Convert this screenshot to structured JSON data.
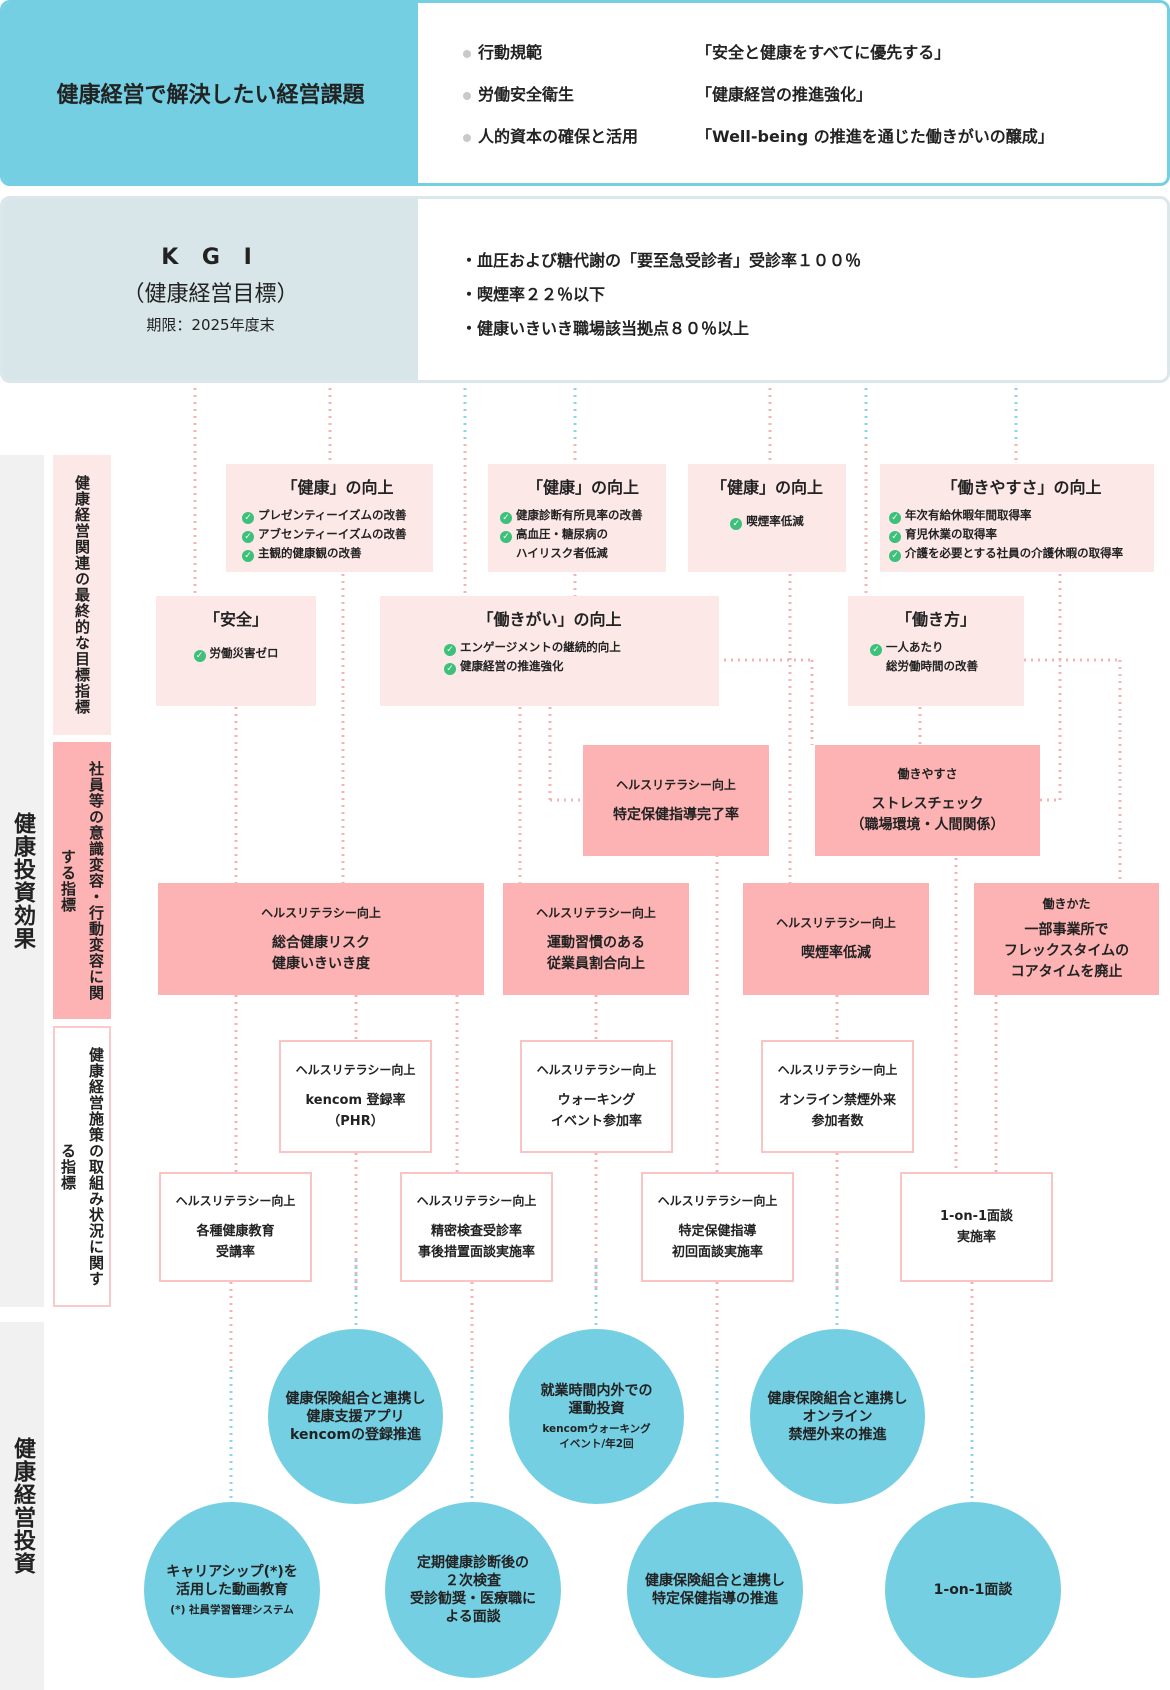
{
  "top": {
    "title": "健康経営で解決したい経営課題",
    "rows": [
      {
        "label": "行動規範",
        "value": "「安全と健康をすべてに優先する」"
      },
      {
        "label": "労働安全衛生",
        "value": "「健康経営の推進強化」"
      },
      {
        "label": "人的資本の確保と活用",
        "value": "「Well-being の推進を通じた働きがいの醸成」"
      }
    ]
  },
  "kgi": {
    "title": "K G I",
    "subtitle": "（健康経営目標）",
    "deadline": "期限：2025年度末",
    "items": [
      "・血圧および糖代謝の「要至急受診者」受診率１００％",
      "・喫煙率２２％以下",
      "・健康いきいき職場該当拠点８０％以上"
    ]
  },
  "labels": {
    "effect": "健康投資効果",
    "investment": "健康経営投資",
    "goals": "健康経営関連の最終的な目標指標",
    "behavior": "社員等の意識変容・行動変容に関する指標",
    "initiatives": "健康経営施策の取組み状況に関する指標"
  },
  "goals_row1": [
    {
      "title": "「健康」の向上",
      "items": [
        "プレゼンティーイズムの改善",
        "アブセンティーイズムの改善",
        "主観的健康観の改善"
      ]
    },
    {
      "title": "「健康」の向上",
      "items": [
        "健康診断有所見率の改善",
        "高血圧・糖尿病の",
        "ハイリスク者低減"
      ]
    },
    {
      "title": "「健康」の向上",
      "items": [
        "喫煙率低減"
      ]
    },
    {
      "title": "「働きやすさ」の向上",
      "items": [
        "年次有給休暇年間取得率",
        "育児休業の取得率",
        "介護を必要とする社員の介護休暇の取得率"
      ]
    }
  ],
  "goals_row2": [
    {
      "title": "「安全」",
      "items": [
        "労働災害ゼロ"
      ]
    },
    {
      "title": "「働きがい」の向上",
      "items": [
        "エンゲージメントの継続的向上",
        "健康経営の推進強化"
      ]
    },
    {
      "title": "「働き方」",
      "items": [
        "一人あたり",
        "総労働時間の改善"
      ]
    }
  ],
  "behavior_upper": [
    {
      "tag": "ヘルスリテラシー向上",
      "text": "特定保健指導完了率"
    },
    {
      "tag": "働きやすさ",
      "text": "ストレスチェック\n（職場環境・人間関係）"
    }
  ],
  "behavior_lower": [
    {
      "tag": "ヘルスリテラシー向上",
      "text": "総合健康リスク\n健康いきいき度"
    },
    {
      "tag": "ヘルスリテラシー向上",
      "text": "運動習慣のある\n従業員割合向上"
    },
    {
      "tag": "ヘルスリテラシー向上",
      "text": "喫煙率低減"
    },
    {
      "tag": "働きかた",
      "text": "一部事業所で\nフレックスタイムの\nコアタイムを廃止"
    }
  ],
  "initiatives_upper": [
    {
      "tag": "ヘルスリテラシー向上",
      "text": "kencom 登録率\n（PHR）"
    },
    {
      "tag": "ヘルスリテラシー向上",
      "text": "ウォーキング\nイベント参加率"
    },
    {
      "tag": "ヘルスリテラシー向上",
      "text": "オンライン禁煙外来\n参加者数"
    }
  ],
  "initiatives_lower": [
    {
      "tag": "ヘルスリテラシー向上",
      "text": "各種健康教育\n受講率"
    },
    {
      "tag": "ヘルスリテラシー向上",
      "text": "精密検査受診率\n事後措置面談実施率"
    },
    {
      "tag": "ヘルスリテラシー向上",
      "text": "特定保健指導\n初回面談実施率"
    },
    {
      "tag": "",
      "text": "1-on-1面談\n実施率"
    }
  ],
  "investments_upper": [
    {
      "text": "健康保険組合と連携し\n健康支援アプリ\nkencomの登録推進",
      "small": ""
    },
    {
      "text": "就業時間内外での\n運動投資",
      "small": "kencomウォーキング\nイベント/年2回"
    },
    {
      "text": "健康保険組合と連携し\nオンライン\n禁煙外来の推進",
      "small": ""
    }
  ],
  "investments_lower": [
    {
      "text": "キャリアシップ(*)を\n活用した動画教育",
      "small": "(*) 社員学習管理システム"
    },
    {
      "text": "定期健康診断後の\n２次検査\n受診勧奨・医療職に\nよる面談",
      "small": ""
    },
    {
      "text": "健康保険組合と連携し\n特定保健指導の推進",
      "small": ""
    },
    {
      "text": "1-on-1面談",
      "small": ""
    }
  ],
  "colors": {
    "cyan": "#74cfe3",
    "pink_light": "#fde8e8",
    "pink": "#fdb3b3",
    "pink_border": "#fbc4c4",
    "check": "#3cc07a",
    "line_pink": "#f6b0b0",
    "line_cyan": "#8ed4e6"
  }
}
